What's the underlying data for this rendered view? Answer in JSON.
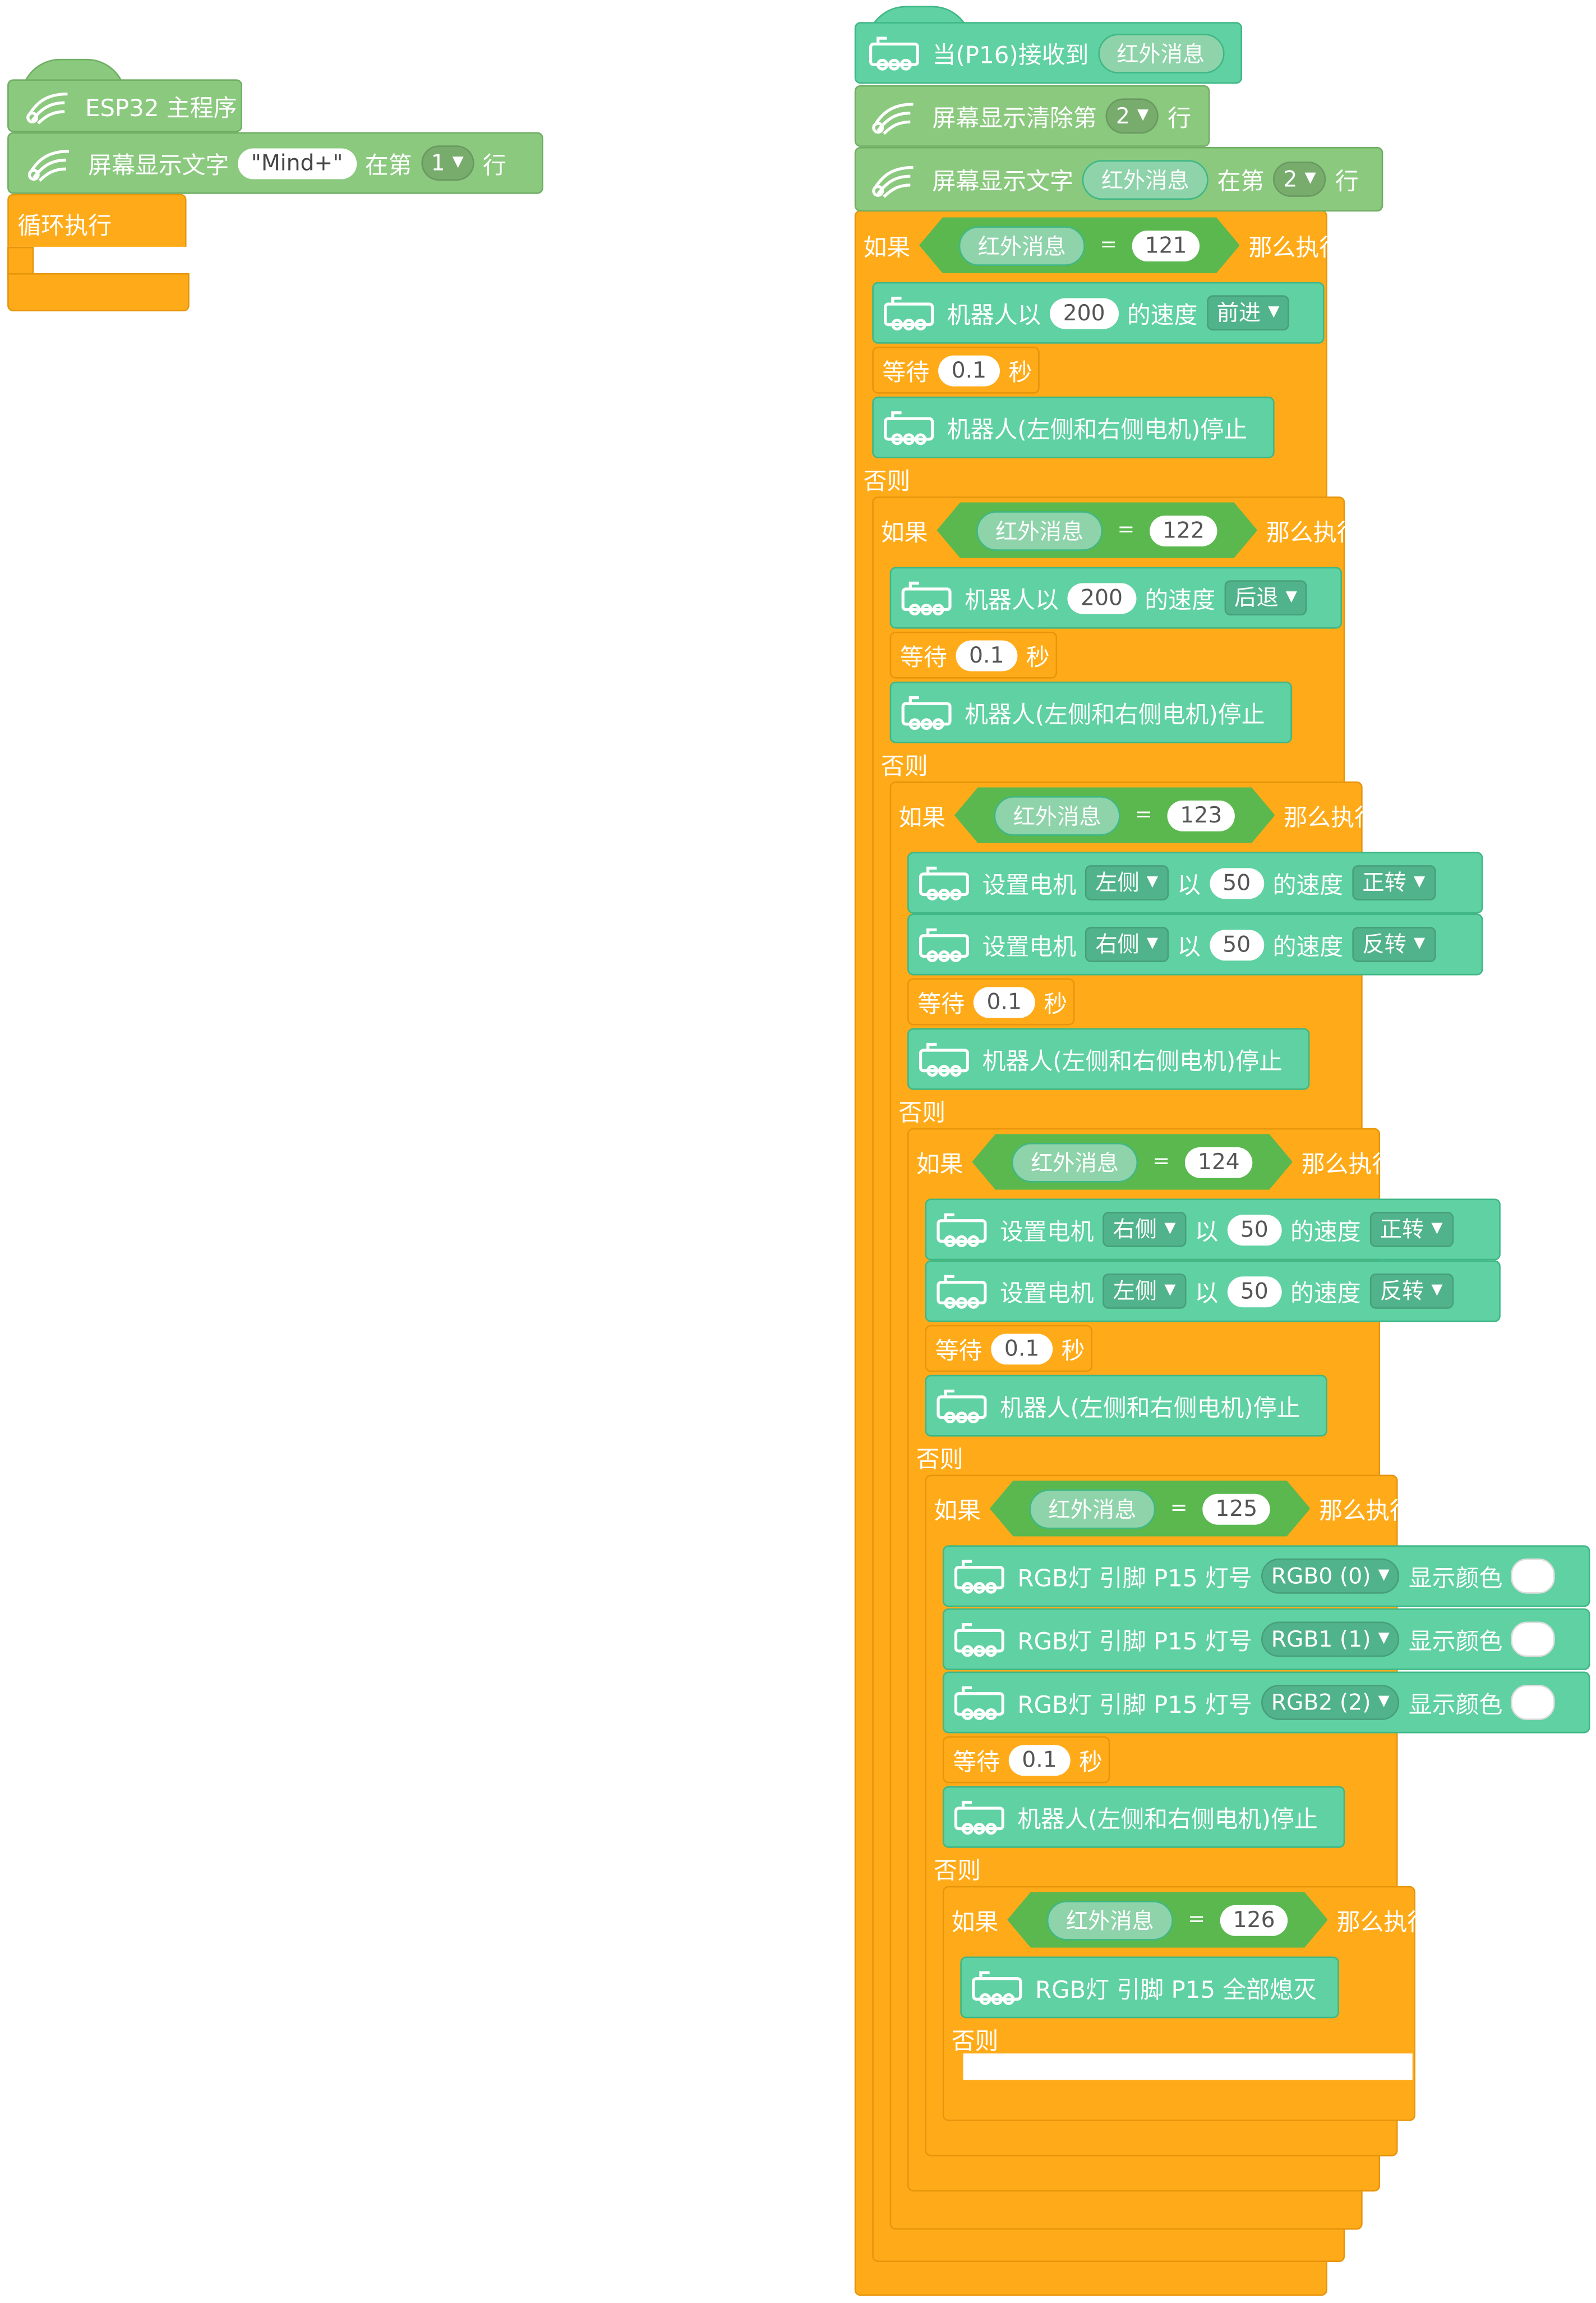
{
  "left_stack": {
    "hat_label": "ESP32 主程序",
    "display": {
      "label": "屏幕显示文字",
      "text": "\"Mind+\"",
      "at": "在第",
      "line": "1",
      "suffix": "行"
    },
    "loop_label": "循环执行"
  },
  "ir": {
    "hat_label": "当(P16)接收到",
    "hat_var": "红外消息",
    "clear": {
      "label": "屏幕显示清除第",
      "line": "2",
      "suffix": "行"
    },
    "display": {
      "label": "屏幕显示文字",
      "var": "红外消息",
      "at": "在第",
      "line": "2",
      "suffix": "行"
    }
  },
  "common": {
    "if": "如果",
    "then": "那么执行",
    "else": "否则",
    "var": "红外消息",
    "eq": "=",
    "wait": "等待",
    "wait_value": "0.1",
    "seconds": "秒",
    "stop": "机器人(左侧和右侧电机)停止",
    "robot_prefix": "机器人以",
    "robot_speed_value": "200",
    "robot_speed_label": "的速度",
    "motor_set": "设置电机",
    "motor_with": "以",
    "motor_value": "50",
    "motor_speed": "的速度",
    "rgb_prefix": "RGB灯 引脚 P15 灯号",
    "rgb_color": "显示颜色",
    "rgb_off": "RGB灯 引脚 P15 全部熄灭"
  },
  "conditions": {
    "c1": "121",
    "c2": "122",
    "c3": "123",
    "c4": "124",
    "c5": "125",
    "c6": "126"
  },
  "directions": {
    "forward": "前进",
    "backward": "后退",
    "left": "左侧",
    "right": "右侧",
    "fwd_rot": "正转",
    "rev_rot": "反转"
  },
  "rgb": {
    "rgb0": "RGB0 (0)",
    "rgb1": "RGB1 (1)",
    "rgb2": "RGB2 (2)"
  },
  "colors": {
    "green_block": "#8bc97f",
    "teal_block": "#5fd1a2",
    "orange_control": "#ffab19",
    "condition": "#5ab84e"
  }
}
